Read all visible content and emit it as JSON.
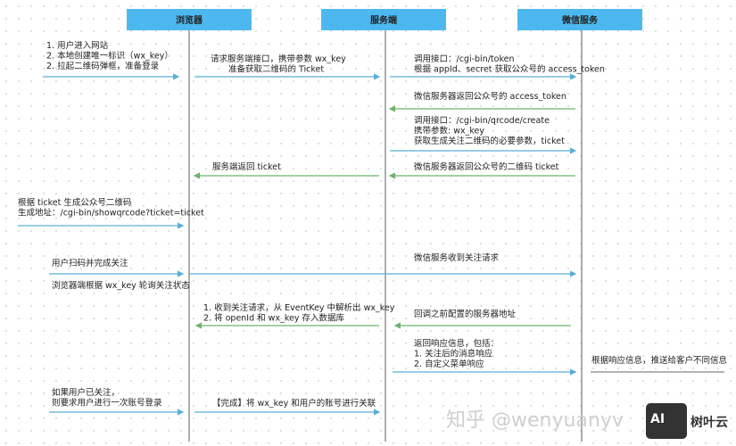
{
  "colors": {
    "header": "#4db8f0",
    "request": "#5aaed6",
    "response": "#6bb36b",
    "lifeline": "#777777"
  },
  "participants": [
    "浏览器",
    "服务端",
    "微信服务"
  ],
  "messages": [
    {
      "lines": [
        "1. 用户进入网站",
        "2. 本地创建唯一标识（wx_key）",
        "2. 拉起二维码弹框，准备登录"
      ]
    },
    {
      "lines": [
        "请求服务端接口，携带参数 wx_key",
        "准备获取二维码的 Ticket"
      ]
    },
    {
      "lines": [
        "调用接口：/cgi-bin/token",
        "根据 appId、secret 获取公众号的 access_token"
      ]
    },
    {
      "lines": [
        "微信服务器返回公众号的 access_token"
      ]
    },
    {
      "lines": [
        "调用接口：/cgi-bin/qrcode/create",
        "携带参数: wx_key",
        "获取生成关注二维码的必要参数，ticket"
      ]
    },
    {
      "lines": [
        "服务端返回 ticket"
      ]
    },
    {
      "lines": [
        "微信服务器返回公众号的二维码 ticket"
      ]
    },
    {
      "lines": [
        "根据 ticket 生成公众号二维码",
        "生成地址：/cgi-bin/showqrcode?ticket=ticket"
      ]
    },
    {
      "lines": [
        "用户扫码并完成关注"
      ]
    },
    {
      "lines": [
        "微信服务收到关注请求"
      ]
    },
    {
      "lines": [
        "浏览器端根据 wx_key 轮询关注状态"
      ]
    },
    {
      "lines": [
        "1. 收到关注请求，从 EventKey 中解析出 wx_key",
        "2. 将 openId 和 wx_key 存入数据库"
      ]
    },
    {
      "lines": [
        "回调之前配置的服务器地址"
      ]
    },
    {
      "lines": [
        "返回响应信息，包括：",
        "1. 关注后的消息响应",
        "2. 自定义菜单响应"
      ]
    },
    {
      "lines": [
        "根据响应信息，推送给客户不同信息"
      ]
    },
    {
      "lines": [
        "如果用户已关注，",
        "则要求用户进行一次账号登录"
      ]
    },
    {
      "lines": [
        "【完成】将 wx_key 和用户的账号进行关联"
      ]
    }
  ],
  "watermark": {
    "text": "知乎 @wenyuanyv",
    "logo": "AI 树叶云"
  }
}
